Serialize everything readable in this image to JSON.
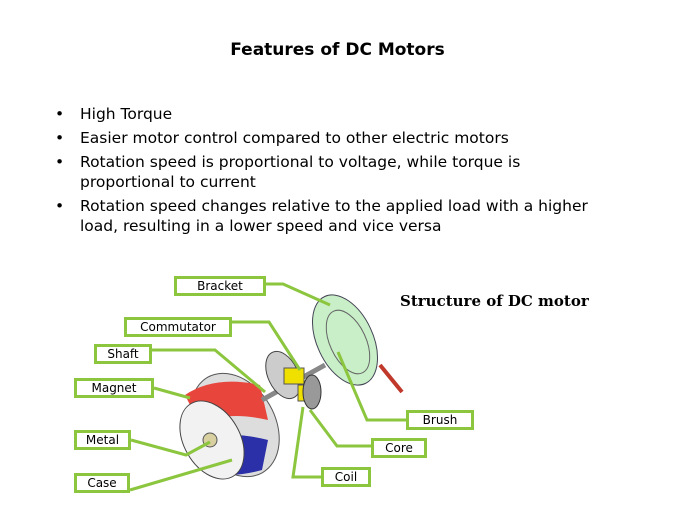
{
  "title": "Features of DC Motors",
  "bullets": [
    "High Torque",
    "Easier motor control compared to other electric motors",
    "Rotation speed is proportional to voltage, while torque is proportional to current",
    "Rotation speed changes relative to the applied load with a higher load, resulting in a lower speed and vice versa"
  ],
  "bullet_glyph": "•",
  "diagram": {
    "title": "Structure of DC motor",
    "labels": {
      "bracket": "Bracket",
      "commutator": "Commutator",
      "shaft": "Shaft",
      "magnet": "Magnet",
      "metal": "Metal",
      "case": "Case",
      "brush": "Brush",
      "core": "Core",
      "coil": "Coil"
    },
    "colors": {
      "callout": "#8cc63f",
      "magnet_north": "#e8453c",
      "magnet_south": "#2b2fa8",
      "coil": "#f0e000",
      "bracket": "#c8efc8"
    }
  }
}
